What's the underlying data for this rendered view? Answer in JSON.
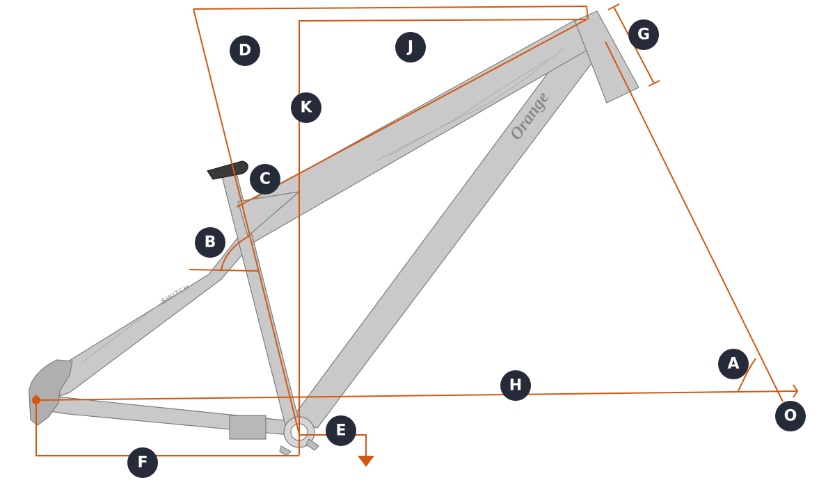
{
  "frame": {
    "brand_logo": "Orange",
    "model_decal": "SWITCH"
  },
  "labels": {
    "A": "A",
    "B": "B",
    "C": "C",
    "D": "D",
    "E": "E",
    "F": "F",
    "G": "G",
    "H": "H",
    "J": "J",
    "K": "K",
    "O": "O"
  },
  "colors": {
    "dimension_line": "#d4570f",
    "label_badge": "#262b3a",
    "frame_fill": "#c9c9c9",
    "frame_stroke": "#7c7c7c"
  }
}
